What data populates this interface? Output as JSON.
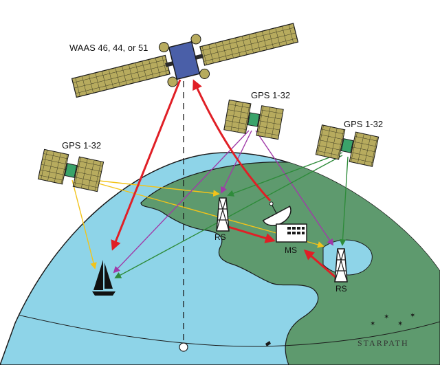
{
  "labels": {
    "waas": "WAAS 46, 44, or 51",
    "gps_top": "GPS 1-32",
    "gps_right": "GPS 1-32",
    "gps_left": "GPS 1-32",
    "rs_left": "RS",
    "rs_right": "RS",
    "ms": "MS",
    "brand": "STARPATH"
  },
  "colors": {
    "ocean": "#8ed4e8",
    "land": "#5e9a6e",
    "panel": "#b7ab5e",
    "waas_body": "#4a5fa8",
    "gps_body": "#3aa36a",
    "signal_red": "#e01f26",
    "signal_yellow": "#f2c31a",
    "signal_purple": "#a03aa8",
    "signal_green": "#2e8b3a"
  }
}
